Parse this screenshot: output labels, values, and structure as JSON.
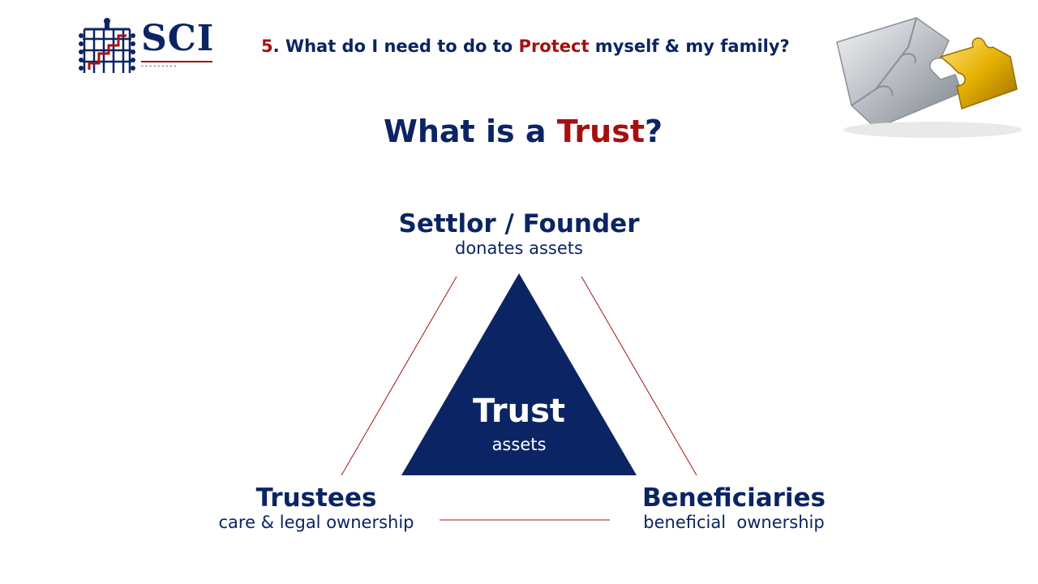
{
  "logo": {
    "text": "SCI"
  },
  "header": {
    "prefix_number": "5",
    "part1": ". What do I need to do to ",
    "highlight": "Protect",
    "part2": " myself & my family?"
  },
  "title": {
    "part1": "What is a ",
    "highlight": "Trust",
    "part2": "?"
  },
  "diagram": {
    "center": {
      "title": "Trust",
      "subtitle": "assets",
      "color": "#0b2463"
    },
    "settlor": {
      "title": "Settlor / Founder",
      "subtitle": "donates assets"
    },
    "trustees": {
      "title": "Trustees",
      "subtitle": "care & legal ownership"
    },
    "beneficiaries": {
      "title": "Beneficiaries",
      "subtitle": "beneficial  ownership"
    },
    "connector_color": "#a31515"
  },
  "colors": {
    "navy": "#0b2463",
    "accent_red": "#a50f0f",
    "gold": "#e0a800",
    "silver": "#b8bcc2"
  }
}
